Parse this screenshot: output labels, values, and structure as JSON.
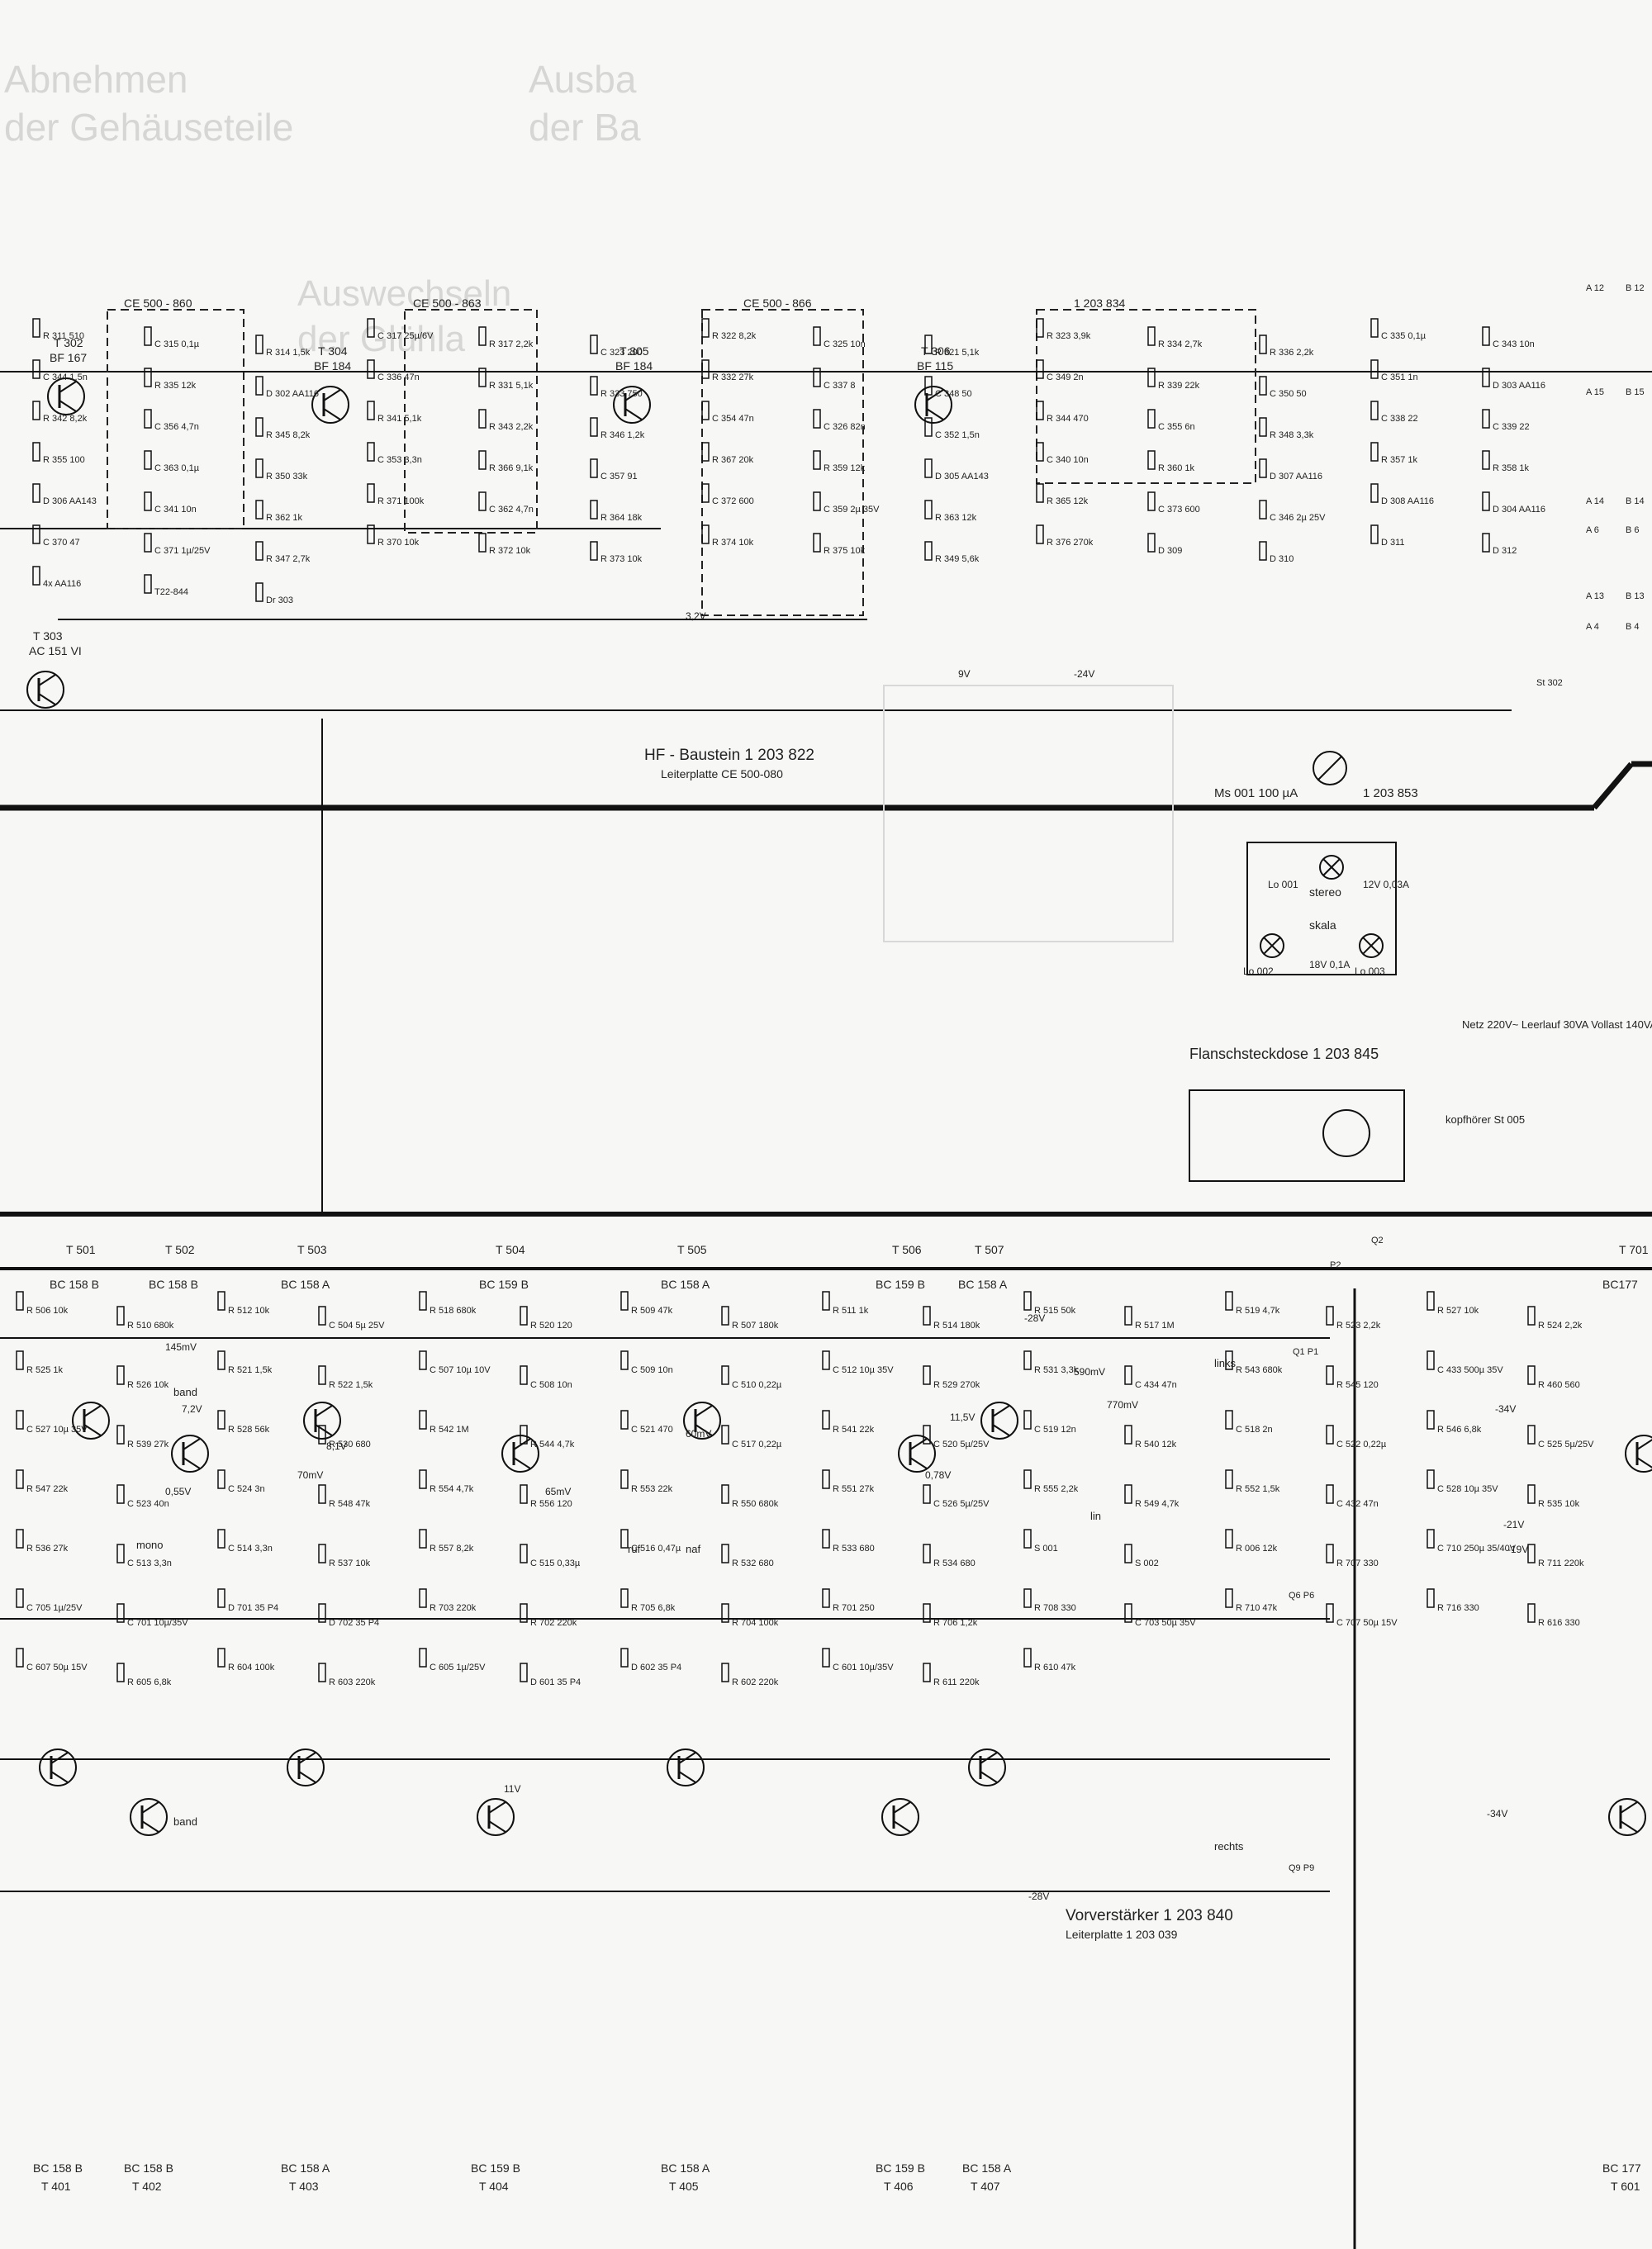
{
  "background_text": {
    "heading_1": [
      "Abnehmen",
      "der Gehäuseteile"
    ],
    "heading_2": [
      "Ausba",
      "der Ba"
    ],
    "heading_3": [
      "Auswechseln",
      "der Glühla"
    ]
  },
  "sections": {
    "hf": {
      "title": "HF - Baustein  1 203 822",
      "subtitle": "Leiterplatte  CE 500-080"
    },
    "vorverstaerker": {
      "title": "Vorverstärker  1 203 840",
      "subtitle": "Leiterplatte  1 203 039"
    },
    "flanschsteckdose": {
      "title": "Flanschsteckdose  1 203 845"
    }
  },
  "meter": {
    "label": "Ms 001  100 µA",
    "part": "1 203 853"
  },
  "lamps": {
    "stereo": "stereo",
    "skala": "skala",
    "lo001": "Lo 001",
    "lo002": "Lo 002",
    "lo003": "Lo 003",
    "lo001_rating": "12V 0,03A",
    "lo002_rating": "18V 0,1A"
  },
  "transistors_top": [
    {
      "ref": "T 302",
      "type": "BF 167"
    },
    {
      "ref": "T 303",
      "type": "AC 151 VI"
    },
    {
      "ref": "T 304",
      "type": "BF 184"
    },
    {
      "ref": "T 305",
      "type": "BF 184"
    },
    {
      "ref": "T 306",
      "type": "BF 115"
    }
  ],
  "transistors_mid": [
    {
      "ref": "T 501",
      "type": "BC 158 B"
    },
    {
      "ref": "T 502",
      "type": "BC 158 B"
    },
    {
      "ref": "T 503",
      "type": "BC 158 A"
    },
    {
      "ref": "T 504",
      "type": "BC 159 B"
    },
    {
      "ref": "T 505",
      "type": "BC 158 A"
    },
    {
      "ref": "T 506",
      "type": "BC 159 B"
    },
    {
      "ref": "T 507",
      "type": "BC 158 A"
    },
    {
      "ref": "T 701",
      "type": "BC177"
    }
  ],
  "transistors_bottom": [
    {
      "ref": "T 401",
      "type": "BC 158 B"
    },
    {
      "ref": "T 402",
      "type": "BC 158 B"
    },
    {
      "ref": "T 403",
      "type": "BC 158 A"
    },
    {
      "ref": "T 404",
      "type": "BC 159 B"
    },
    {
      "ref": "T 405",
      "type": "BC 158 A"
    },
    {
      "ref": "T 406",
      "type": "BC 159 B"
    },
    {
      "ref": "T 407",
      "type": "BC 158 A"
    },
    {
      "ref": "T 601",
      "type": "BC 177"
    }
  ],
  "filters": [
    {
      "ref": "CE 500 - 860"
    },
    {
      "ref": "CE 500 - 863"
    },
    {
      "ref": "CE 500 - 866"
    },
    {
      "ref": "1 203 834"
    }
  ],
  "components_hf": [
    "R 311 510",
    "C 315 0,1µ",
    "R 314 1,5k",
    "C 317 25µ/6V",
    "R 317 2,2k",
    "C 323 200",
    "R 322 8,2k",
    "C 325 10n",
    "R 321 5,1k",
    "R 323 3,9k",
    "R 334 2,7k",
    "R 336 2,2k",
    "C 335 0,1µ",
    "C 343 10n",
    "C 344 1,5n",
    "R 335 12k",
    "D 302 AA116",
    "C 336 47n",
    "R 331 5,1k",
    "R 333 750",
    "R 332 27k",
    "C 337 8",
    "C 348 50",
    "C 349 2n",
    "R 339 22k",
    "C 350 50",
    "C 351 1n",
    "D 303 AA116",
    "R 342 8,2k",
    "C 356 4,7n",
    "R 345 8,2k",
    "R 341 5,1k",
    "R 343 2,2k",
    "R 346 1,2k",
    "C 354 47n",
    "C 326 82n",
    "C 352 1,5n",
    "R 344 470",
    "C 355 6n",
    "R 348 3,3k",
    "C 338 22",
    "C 339 22",
    "R 355 100",
    "C 363 0,1µ",
    "R 350 33k",
    "C 353 3,3n",
    "R 366 9,1k",
    "C 357 91",
    "R 367 20k",
    "R 359 12k",
    "D 305 AA143",
    "C 340 10n",
    "R 360 1k",
    "D 307 AA116",
    "R 357 1k",
    "R 358 1k",
    "D 306 AA143",
    "C 341 10n",
    "R 362 1k",
    "R 371 100k",
    "C 362 4,7n",
    "R 364 18k",
    "C 372 600",
    "C 359 2µ 35V",
    "R 363 12k",
    "R 365 12k",
    "C 373 600",
    "C 346 2µ 25V",
    "D 308 AA116",
    "D 304 AA116",
    "C 370 47",
    "C 371 1µ/25V",
    "R 347 2,7k",
    "R 370 10k",
    "R 372 10k",
    "R 373 10k",
    "R 374 10k",
    "R 375 10k",
    "R 349 5,6k",
    "R 376 270k",
    "D 309",
    "D 310",
    "D 311",
    "D 312",
    "4x AA116",
    "T22-844",
    "Dr 303"
  ],
  "components_nf": [
    "R 506 10k",
    "R 510 680k",
    "R 512 10k",
    "C 504 5µ 25V",
    "R 518 680k",
    "R 520 120",
    "R 509 47k",
    "R 507 180k",
    "R 511 1k",
    "R 514 180k",
    "R 515 50k",
    "R 517 1M",
    "R 519 4,7k",
    "R 523 2,2k",
    "R 527 10k",
    "R 524 2,2k",
    "R 525 1k",
    "R 526 10k",
    "R 521 1,5k",
    "R 522 1,5k",
    "C 507 10µ 10V",
    "C 508 10n",
    "C 509 10n",
    "C 510 0,22µ",
    "C 512 10µ 35V",
    "R 529 270k",
    "R 531 3,3k",
    "C 434 47n",
    "R 543 680k",
    "R 545 120",
    "C 433 500µ 35V",
    "R 460 560",
    "C 527 10µ 35V",
    "R 539 27k",
    "R 528 56k",
    "R 530 680",
    "R 542 1M",
    "R 544 4,7k",
    "C 521 470",
    "C 517 0,22µ",
    "R 541 22k",
    "C 520 5µ/25V",
    "C 519 12n",
    "R 540 12k",
    "C 518 2n",
    "C 522 0,22µ",
    "R 546 6,8k",
    "C 525 5µ/25V",
    "R 547 22k",
    "C 523 40n",
    "C 524 3n",
    "R 548 47k",
    "R 554 4,7k",
    "R 556 120",
    "R 553 22k",
    "R 550 680k",
    "R 551 27k",
    "C 526 5µ/25V",
    "R 555 2,2k",
    "R 549 4,7k",
    "R 552 1,5k",
    "C 432 47n",
    "C 528 10µ 35V",
    "R 535 10k",
    "R 536 27k",
    "C 513 3,3n",
    "C 514 3,3n",
    "R 537 10k",
    "R 557 8,2k",
    "C 515 0,33µ",
    "C 516 0,47µ",
    "R 532 680",
    "R 533 680",
    "R 534 680",
    "S 001",
    "S 002",
    "R 006 12k",
    "R 707 330",
    "C 710 250µ 35/40V",
    "R 711 220k",
    "C 705 1µ/25V",
    "C 701 10µ/35V",
    "D 701 35 P4",
    "D 702 35 P4",
    "R 703 220k",
    "R 702 220k",
    "R 705 6,8k",
    "R 704 100k",
    "R 701 250",
    "R 706 1,2k",
    "R 708 330",
    "C 703 50µ 35V",
    "R 710 47k",
    "C 707 50µ 15V",
    "R 716 330",
    "R 616 330",
    "C 607 50µ 15V",
    "R 605 6,8k",
    "R 604 100k",
    "R 603 220k",
    "C 605 1µ/25V",
    "D 601 35 P4",
    "D 602 35 P4",
    "R 602 220k",
    "C 601 10µ/35V",
    "R 611 220k",
    "R 610 47k"
  ],
  "voltages": [
    "-24V",
    "-28V",
    "-28V",
    "-34V",
    "-34V",
    "-21V",
    "-19V",
    "11V",
    "11,5V",
    "9V",
    "3,2V",
    "8,1V",
    "7,2V",
    "0,55V",
    "0,78V",
    "590mV",
    "770mV",
    "65mV",
    "60mV",
    "145mV",
    "70mV"
  ],
  "switch_labels": [
    "band",
    "mono",
    "band",
    "lin",
    "ruf",
    "naf",
    "links",
    "rechts",
    "kopfhörer St 005",
    "Netz 220V~ Leerlauf 30VA Vollast 140VA"
  ],
  "connectors": [
    "St 302",
    "A 12",
    "B 12",
    "A 15",
    "B 15",
    "A 14",
    "B 14",
    "A 6",
    "B 6",
    "A 13",
    "B 13",
    "A 4",
    "B 4",
    "Q1 P1",
    "Q6 P6",
    "Q9 P9",
    "P2",
    "Q2"
  ]
}
